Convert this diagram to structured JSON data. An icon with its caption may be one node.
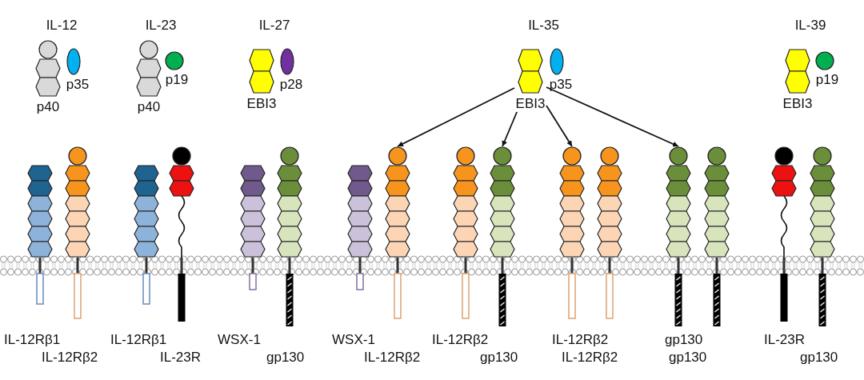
{
  "diagram": {
    "nodes": [
      {
        "text": [
          "IL-12"
        ]
      },
      {
        "text": [
          "p40"
        ],
        "in": 0
      },
      {
        "text": [
          "p35"
        ],
        "in": 0
      },
      {
        "text": [
          "IL-23"
        ]
      },
      {
        "text": [
          "p40"
        ],
        "in": 3
      },
      {
        "text": [
          "p19"
        ],
        "in": 3
      },
      {
        "text": [
          "IL-27"
        ]
      },
      {
        "text": [
          "EBI3"
        ],
        "in": 6
      },
      {
        "text": [
          "p28"
        ],
        "in": 6
      },
      {
        "text": [
          "IL-35"
        ]
      },
      {
        "text": [
          "p35"
        ],
        "in": 9
      },
      {
        "text": [
          "EBI3"
        ],
        "in": 9
      },
      {
        "text": [
          "IL-39"
        ]
      },
      {
        "text": [
          "EBI3"
        ],
        "in": 12
      },
      {
        "text": [
          "p19"
        ],
        "in": 12
      },
      {
        "text": [
          "IL-12Rβ1"
        ]
      },
      {
        "text": [
          "IL-12Rβ2"
        ]
      },
      {
        "text": [
          "IL-12Rβ1"
        ]
      },
      {
        "text": [
          "IL-23R"
        ]
      },
      {
        "text": [
          "WSX-1"
        ]
      },
      {
        "text": [
          "gp130"
        ]
      },
      {
        "text": [
          "WSX-1"
        ]
      },
      {
        "text": [
          "IL-12Rβ2"
        ]
      },
      {
        "text": [
          "IL-12Rβ2"
        ]
      },
      {
        "text": [
          "gp130"
        ]
      },
      {
        "text": [
          "IL-12Rβ2"
        ]
      },
      {
        "text": [
          "IL-12Rβ2"
        ]
      },
      {
        "text": [
          "gp130"
        ]
      },
      {
        "text": [
          "gp130"
        ]
      },
      {
        "text": [
          "IL-23R"
        ]
      },
      {
        "text": [
          "gp130"
        ]
      }
    ],
    "edges": [
      {
        "from": 11,
        "to": 22,
        "arrow": "to"
      },
      {
        "from": 11,
        "to": 24,
        "arrow": "to"
      },
      {
        "from": 11,
        "to": 25,
        "arrow": "to"
      },
      {
        "from": 11,
        "to": 27,
        "arrow": "to"
      }
    ]
  }
}
